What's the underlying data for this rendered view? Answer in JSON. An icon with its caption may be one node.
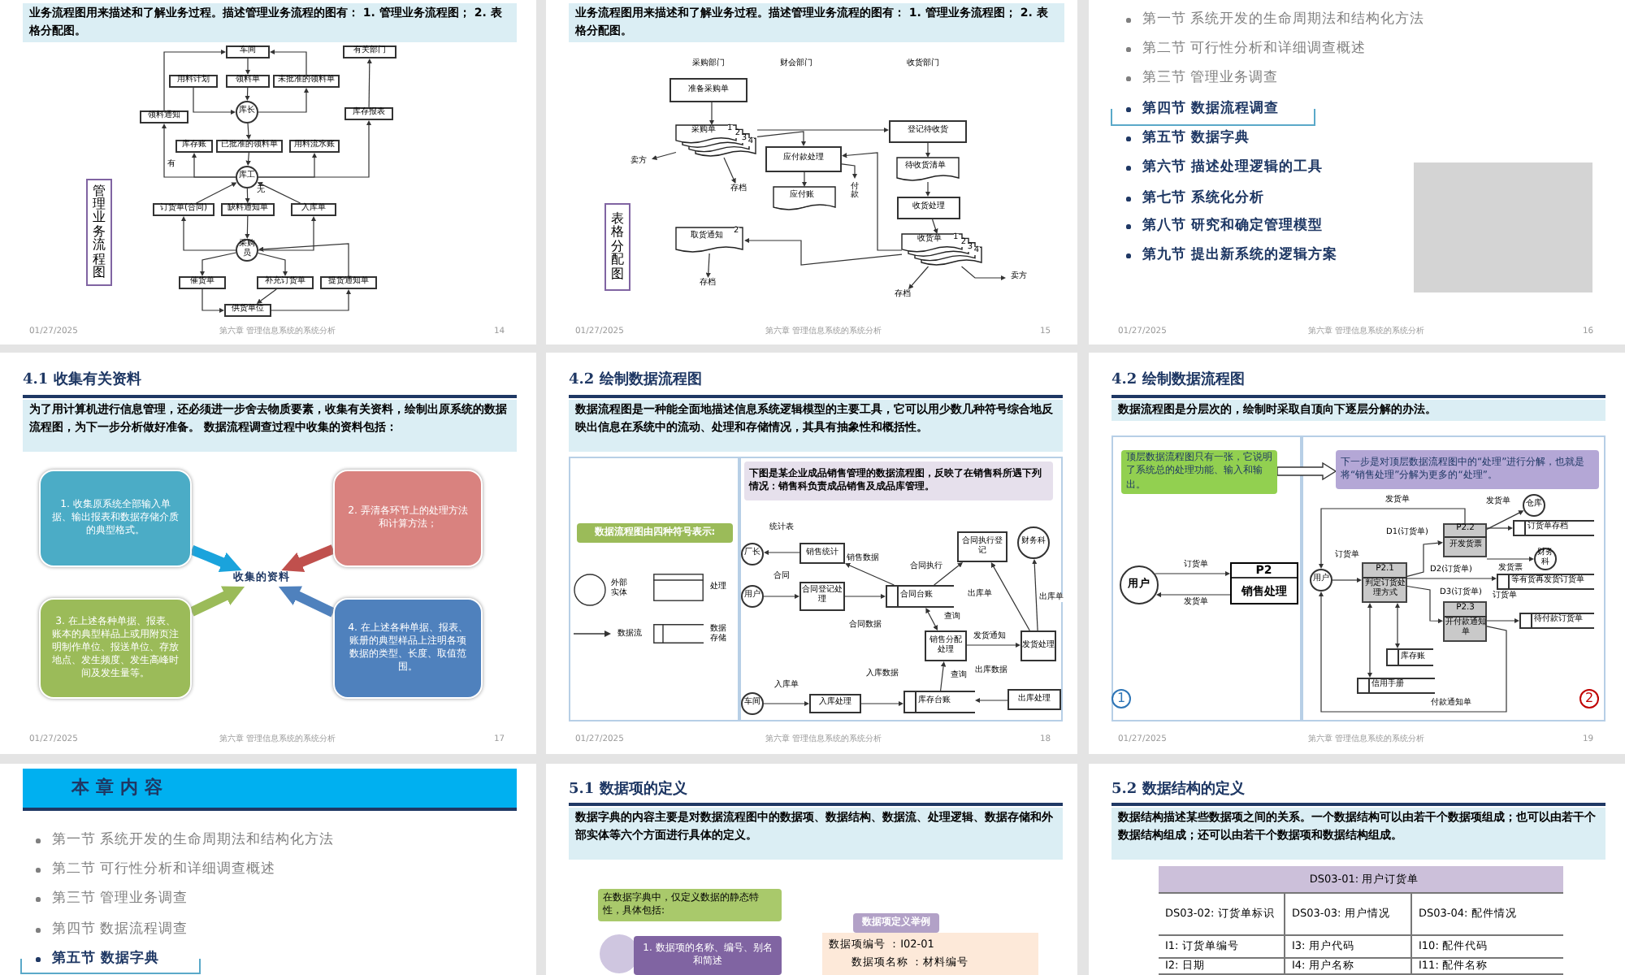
{
  "diagram": {
    "nodes": [
      {
        "text": [
          "01/27/2025",
          "第六章 管理信息系统的系统分析",
          "14"
        ]
      },
      {
        "text": [
          "业务流程图用来描述和了解业务过程。描述管理业务流程的图有： 1. 管理业务流程图； 2. 表格分配图。"
        ],
        "in": 0
      },
      {
        "text": [
          "车间"
        ],
        "in": 0
      },
      {
        "text": [
          "用料计划"
        ],
        "in": 0
      },
      {
        "text": [
          "领料单"
        ],
        "in": 0
      },
      {
        "text": [
          "未批准的领料单"
        ],
        "in": 0
      },
      {
        "text": [
          "库长"
        ],
        "in": 0
      },
      {
        "text": [
          "领料通知"
        ],
        "in": 0
      },
      {
        "text": [
          "库存账"
        ],
        "in": 0
      },
      {
        "text": [
          "已批准的领料单"
        ],
        "in": 0
      },
      {
        "text": [
          "用料流水账"
        ],
        "in": 0
      },
      {
        "text": [
          "库工"
        ],
        "in": 0
      },
      {
        "text": [
          "有关部门"
        ],
        "in": 0
      },
      {
        "text": [
          "库存报表"
        ],
        "in": 0
      },
      {
        "text": [
          "订货单(合同)"
        ],
        "in": 0
      },
      {
        "text": [
          "缺料通知单"
        ],
        "in": 0
      },
      {
        "text": [
          "入库单"
        ],
        "in": 0
      },
      {
        "text": [
          "采购员"
        ],
        "in": 0
      },
      {
        "text": [
          "催货单"
        ],
        "in": 0
      },
      {
        "text": [
          "补充订货单"
        ],
        "in": 0
      },
      {
        "text": [
          "提货通知单"
        ],
        "in": 0
      },
      {
        "text": [
          "供货单位"
        ],
        "in": 0
      },
      {
        "text": [
          "管理业务流程图"
        ],
        "in": 0
      },
      {
        "text": [
          "01/27/2025",
          "第六章 管理信息系统的系统分析",
          "15"
        ]
      },
      {
        "text": [
          "业务流程图用来描述和了解业务过程。描述管理业务流程的图有： 1. 管理业务流程图； 2. 表格分配图。"
        ],
        "in": 23
      },
      {
        "text": [
          "准备采购单"
        ],
        "in": 23
      },
      {
        "text": [
          "采购单",
          "1",
          "2",
          "3",
          "4"
        ],
        "in": 23
      },
      {
        "text": [
          "卖方"
        ],
        "in": 23
      },
      {
        "text": [
          "存档"
        ],
        "in": 23
      },
      {
        "text": [
          "应付款处理"
        ],
        "in": 23
      },
      {
        "text": [
          "应付账"
        ],
        "in": 23
      },
      {
        "text": [
          "付款"
        ],
        "in": 23
      },
      {
        "text": [
          "登记待收货"
        ],
        "in": 23
      },
      {
        "text": [
          "待收货清单"
        ],
        "in": 23
      },
      {
        "text": [
          "收货处理"
        ],
        "in": 23
      },
      {
        "text": [
          "收货单",
          "1",
          "2",
          "3",
          "4"
        ],
        "in": 23
      },
      {
        "text": [
          "取货通知",
          "2"
        ],
        "in": 23
      },
      {
        "text": [
          "存档"
        ],
        "in": 23
      },
      {
        "text": [
          "存档"
        ],
        "in": 23
      },
      {
        "text": [
          "卖方"
        ],
        "in": 23
      },
      {
        "text": [
          "表格分配图"
        ],
        "in": 23
      },
      {
        "text": [
          "第一节 系统开发的生命周期法和结构化方法",
          "第二节 可行性分析和详细调查概述",
          "第三节 管理业务调查",
          "第四节 数据流程调查",
          "第五节 数据字典",
          "第六节 描述处理逻辑的工具",
          "第七节 系统化分析",
          "第八节 研究和确定管理模型",
          "第九节 提出新系统的逻辑方案",
          "01/27/2025",
          "第六章 管理信息系统的系统分析",
          "16"
        ]
      },
      {
        "text": [
          "4.1 收集有关资料",
          "01/27/2025",
          "第六章 管理信息系统的系统分析",
          "17"
        ]
      },
      {
        "text": [
          "为了用计算机进行信息管理，还必须进一步舍去物质要素，收集有关资料，绘制出原系统的数据流程图，为下一步分析做好准备。 数据流程调查过程中收集的资料包括："
        ],
        "in": 42
      },
      {
        "text": [
          "1. 收集原系统全部输入单据、输出报表和数据存储介质的典型格式。"
        ],
        "in": 42
      },
      {
        "text": [
          "2. 弄清各环节上的处理方法和计算方法；"
        ],
        "in": 42
      },
      {
        "text": [
          "3. 在上述各种单据、报表、账本的典型样品上或用附页注明制作单位、报送单位、存放地点、发生频度、发生高峰时间及发生量等。"
        ],
        "in": 42
      },
      {
        "text": [
          "4. 在上述各种单据、报表、账册的典型样品上注明各项数据的类型、长度、取值范围。"
        ],
        "in": 42
      },
      {
        "text": [
          "收集的资料"
        ],
        "in": 42
      },
      {
        "text": [
          "4.2 绘制数据流程图",
          "01/27/2025",
          "第六章 管理信息系统的系统分析",
          "18"
        ]
      },
      {
        "text": [
          "数据流程图是一种能全面地描述信息系统逻辑模型的主要工具，它可以用少数几种符号综合地反映出信息在系统中的流动、处理和存储情况，其具有抽象性和概括性。"
        ],
        "in": 49
      },
      {
        "text": [
          "下图是某企业成品销售管理的数据流程图，反映了在销售科所遇下列情况：销售科负责成品销售及成品库管理。"
        ],
        "in": 49
      },
      {
        "text": [
          "数据流程图由四种符号表示:"
        ],
        "in": 49
      },
      {
        "text": [
          "厂长"
        ],
        "in": 49
      },
      {
        "text": [
          "销售统计"
        ],
        "in": 49
      },
      {
        "text": [
          "用户"
        ],
        "in": 49
      },
      {
        "text": [
          "合同登记处理"
        ],
        "in": 49
      },
      {
        "text": [
          "合同台账"
        ],
        "in": 49
      },
      {
        "text": [
          "合同执行登记"
        ],
        "in": 49
      },
      {
        "text": [
          "财务科"
        ],
        "in": 49
      },
      {
        "text": [
          "销售分配处理"
        ],
        "in": 49
      },
      {
        "text": [
          "发货处理"
        ],
        "in": 49
      },
      {
        "text": [
          "车间"
        ],
        "in": 49
      },
      {
        "text": [
          "入库处理"
        ],
        "in": 49
      },
      {
        "text": [
          "库存台账"
        ],
        "in": 49
      },
      {
        "text": [
          "出库处理"
        ],
        "in": 49
      },
      {
        "text": [
          "4.2 绘制数据流程图",
          "01/27/2025",
          "第六章 管理信息系统的系统分析",
          "19"
        ]
      },
      {
        "text": [
          "数据流程图是分层次的，绘制时采取自顶向下逐层分解的办法。"
        ],
        "in": 66
      },
      {
        "text": [
          "顶层数据流程图只有一张，它说明了系统总的处理功能、输入和输出。"
        ],
        "in": 66
      },
      {
        "text": [
          "下一步是对顶层数据流程图中的“处理”进行分解，也就是将“销售处理”分解为更多的“处理”。"
        ],
        "in": 66
      },
      {
        "text": [
          "用户"
        ],
        "in": 66
      },
      {
        "text": [
          "P2",
          "销售处理"
        ],
        "in": 66
      },
      {
        "text": [
          "用户"
        ],
        "in": 66
      },
      {
        "text": [
          "P2.1",
          "判定订货处理方式"
        ],
        "in": 66
      },
      {
        "text": [
          "P2.2",
          "开发货票"
        ],
        "in": 66
      },
      {
        "text": [
          "P2.3",
          "开付款通知单"
        ],
        "in": 66
      },
      {
        "text": [
          "仓库"
        ],
        "in": 66
      },
      {
        "text": [
          "财务科"
        ],
        "in": 66
      },
      {
        "text": [
          "订货单存档"
        ],
        "in": 66
      },
      {
        "text": [
          "等有货再发货订货单"
        ],
        "in": 66
      },
      {
        "text": [
          "待付款订货单"
        ],
        "in": 66
      },
      {
        "text": [
          "库存账"
        ],
        "in": 66
      },
      {
        "text": [
          "信用手册"
        ],
        "in": 66
      },
      {
        "text": [
          "1"
        ],
        "in": 66
      },
      {
        "text": [
          "2"
        ],
        "in": 66
      },
      {
        "text": [
          "第一节 系统开发的生命周期法和结构化方法",
          "第二节 可行性分析和详细调查概述",
          "第三节 管理业务调查",
          "第四节 数据流程调查",
          "第五节 数据字典"
        ]
      },
      {
        "text": [
          "本章内容"
        ],
        "in": 85
      },
      {
        "text": [
          "5.1 数据项的定义"
        ]
      },
      {
        "text": [
          "数据字典的内容主要是对数据流程图中的数据项、数据结构、数据流、处理逻辑、数据存储和外部实体等六个方面进行具体的定义。"
        ],
        "in": 87
      },
      {
        "text": [
          "在数据字典中，仅定义数据的静态特性，具体包括:"
        ],
        "in": 87
      },
      {
        "text": [
          "1. 数据项的名称、编号、别名和简述"
        ],
        "in": 87
      },
      {
        "text": [
          "数据项定义举例"
        ],
        "in": 87
      },
      {
        "text": [
          "数据项编号 ：I02-01",
          "数据项名称 ：材料编号"
        ],
        "in": 87
      },
      {
        "text": [
          "5.2 数据结构的定义"
        ]
      },
      {
        "text": [
          "数据结构描述某些数据项之间的关系。一个数据结构可以由若干个数据项组成；也可以由若干个数据结构组成；还可以由若干个数据项和数据结构组成。"
        ],
        "in": 93
      }
    ],
    "edges": [
      {
        "from": 2,
        "to": 4,
        "arrow": "to"
      },
      {
        "from": 4,
        "to": 6,
        "arrow": "to"
      },
      {
        "from": 3,
        "to": 6,
        "arrow": "to"
      },
      {
        "from": 6,
        "to": 5,
        "arrow": "to"
      },
      {
        "from": 5,
        "to": 2,
        "arrow": "to"
      },
      {
        "from": 6,
        "to": 9,
        "arrow": "to"
      },
      {
        "from": 9,
        "to": 11,
        "arrow": "to"
      },
      {
        "from": 11,
        "to": 8,
        "arrow": "to"
      },
      {
        "from": 11,
        "to": 10,
        "arrow": "to"
      },
      {
        "from": 11,
        "to": 7,
        "arrow": "to"
      },
      {
        "from": 7,
        "to": 2,
        "arrow": "to"
      },
      {
        "from": 11,
        "to": 13,
        "arrow": "to"
      },
      {
        "from": 13,
        "to": 12,
        "arrow": "to"
      },
      {
        "from": 11,
        "to": 15,
        "arrow": "to"
      },
      {
        "from": 15,
        "to": 17,
        "arrow": "to"
      },
      {
        "from": 17,
        "to": 14,
        "arrow": "to"
      },
      {
        "from": 14,
        "to": 11,
        "arrow": "to"
      },
      {
        "from": 17,
        "to": 16,
        "arrow": "to"
      },
      {
        "from": 16,
        "to": 11,
        "arrow": "to"
      },
      {
        "from": 17,
        "to": 18,
        "arrow": "to"
      },
      {
        "from": 18,
        "to": 21,
        "arrow": "to"
      },
      {
        "from": 17,
        "to": 19,
        "arrow": "to"
      },
      {
        "from": 19,
        "to": 21,
        "arrow": "to"
      },
      {
        "from": 21,
        "to": 20,
        "arrow": "to"
      },
      {
        "from": 20,
        "to": 17,
        "arrow": "to"
      },
      {
        "from": 25,
        "to": 26,
        "arrow": "to"
      },
      {
        "from": 26,
        "to": 27,
        "arrow": "to"
      },
      {
        "from": 26,
        "to": 28,
        "arrow": "to"
      },
      {
        "from": 26,
        "to": 29,
        "arrow": "to"
      },
      {
        "from": 26,
        "to": 32,
        "arrow": "to"
      },
      {
        "from": 29,
        "to": 30,
        "arrow": "to"
      },
      {
        "from": 29,
        "to": 31,
        "arrow": "to"
      },
      {
        "from": 35,
        "to": 29,
        "arrow": "to"
      },
      {
        "from": 32,
        "to": 33,
        "arrow": "to"
      },
      {
        "from": 33,
        "to": 34,
        "arrow": "to"
      },
      {
        "from": 34,
        "to": 35,
        "arrow": "to"
      },
      {
        "from": 35,
        "to": 36,
        "arrow": "to"
      },
      {
        "from": 36,
        "to": 37,
        "arrow": "to"
      },
      {
        "from": 35,
        "to": 38,
        "arrow": "to"
      },
      {
        "from": 35,
        "to": 39,
        "arrow": "to"
      },
      {
        "from": 44,
        "to": 48,
        "arrow": "to",
        "style": "thick",
        "color": "#1aa3dc"
      },
      {
        "from": 45,
        "to": 48,
        "arrow": "to",
        "style": "thick",
        "color": "#c0504d"
      },
      {
        "from": 46,
        "to": 48,
        "arrow": "to",
        "style": "thick",
        "color": "#9bbb59"
      },
      {
        "from": 47,
        "to": 48,
        "arrow": "to",
        "style": "thick",
        "color": "#4f81bd"
      },
      {
        "from": 54,
        "to": 53,
        "arrow": "to",
        "label": "统计表"
      },
      {
        "from": 55,
        "to": 56,
        "arrow": "to",
        "label": "合同"
      },
      {
        "from": 56,
        "to": 57,
        "arrow": "to",
        "label": "合同数据"
      },
      {
        "from": 57,
        "to": 54,
        "arrow": "to",
        "label": "销售数据"
      },
      {
        "from": 57,
        "to": 58,
        "arrow": "to",
        "label": "合同执行"
      },
      {
        "from": 61,
        "to": 58,
        "arrow": "to",
        "label": "出库单"
      },
      {
        "from": 61,
        "to": 59,
        "arrow": "to",
        "label": "出库单"
      },
      {
        "from": 60,
        "to": 57,
        "arrow": "both",
        "label": "查询"
      },
      {
        "from": 64,
        "to": 60,
        "arrow": "to",
        "label": "查询"
      },
      {
        "from": 60,
        "to": 61,
        "arrow": "to",
        "label": "发货通知"
      },
      {
        "from": 62,
        "to": 63,
        "arrow": "to",
        "label": "入库单"
      },
      {
        "from": 63,
        "to": 64,
        "arrow": "to",
        "label": "入库数据"
      },
      {
        "from": 65,
        "to": 64,
        "arrow": "to",
        "label": "出库数据"
      },
      {
        "from": 70,
        "to": 71,
        "arrow": "to",
        "label": "订货单"
      },
      {
        "from": 71,
        "to": 70,
        "arrow": "to",
        "label": "发货单"
      },
      {
        "from": 72,
        "to": 73,
        "arrow": "to",
        "label": "订货单"
      },
      {
        "from": 73,
        "to": 74,
        "arrow": "to",
        "label": "D1(订货单)"
      },
      {
        "from": 74,
        "to": 76,
        "arrow": "to",
        "label": "发货单"
      },
      {
        "from": 74,
        "to": 78,
        "arrow": "to"
      },
      {
        "from": 74,
        "to": 77,
        "arrow": "to",
        "label": "发货票"
      },
      {
        "from": 73,
        "to": 79,
        "arrow": "to",
        "label": "D2(订货单)"
      },
      {
        "from": 73,
        "to": 75,
        "arrow": "to",
        "label": "D3(订货单)"
      },
      {
        "from": 75,
        "to": 80,
        "arrow": "to",
        "label": "订货单"
      },
      {
        "from": 81,
        "to": 73,
        "arrow": "both"
      },
      {
        "from": 82,
        "to": 73,
        "arrow": "both"
      },
      {
        "from": 75,
        "to": 72,
        "arrow": "to",
        "label": "付款通知单"
      },
      {
        "from": 74,
        "to": 72,
        "arrow": "to",
        "label": "发货单"
      },
      {
        "from": 68,
        "to": 69,
        "arrow": "to",
        "style": "thick"
      }
    ],
    "labels": [
      "有",
      "无",
      "采购部门",
      "财会部门",
      "收货部门",
      "DS03-01: 用户订货单",
      "DS03-02: 订货单标识",
      "DS03-03: 用户情况",
      "DS03-04: 配件情况",
      "I1: 订货单编号",
      "I3: 用户代码",
      "I10: 配件代码",
      "I2: 日期",
      "I4: 用户名称",
      "I11: 配件名称"
    ],
    "legend": [
      {
        "text": "外部实体"
      },
      {
        "text": "处理"
      },
      {
        "text": "数据流"
      },
      {
        "text": "数据存储"
      }
    ]
  }
}
